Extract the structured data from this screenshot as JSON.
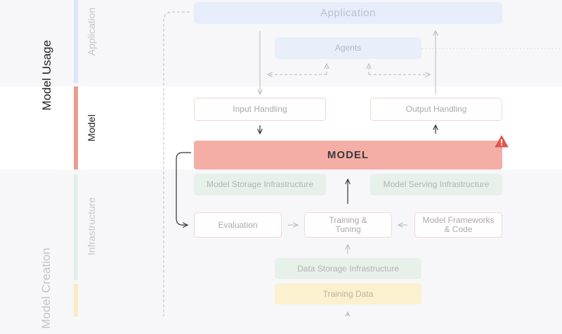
{
  "side_labels": {
    "model_usage": "Model Usage",
    "model_creation": "Model Creation",
    "application": "Application",
    "model": "Model",
    "infrastructure": "Infrastructure"
  },
  "boxes": {
    "application": "Application",
    "agents": "Agents",
    "input_handling": "Input Handling",
    "output_handling": "Output Handling",
    "model": "MODEL",
    "model_storage": "Model Storage Infrastructure",
    "model_serving": "Model Serving Infrastructure",
    "evaluation": "Evaluation",
    "training_line1": "Training &",
    "training_line2": "Tuning",
    "frameworks_line1": "Model Frameworks",
    "frameworks_line2": "& Code",
    "data_storage": "Data Storage Infrastructure",
    "training_data": "Training Data"
  },
  "colors": {
    "application_bar": "#dfe6f9",
    "model_bar": "#ee9a90",
    "infrastructure_bar": "#e3eee6",
    "data_bar": "#fbeac0",
    "model_box": "#f4aea6",
    "warning": "#e0574b"
  },
  "icons": {
    "warning": "warning-triangle-icon"
  }
}
